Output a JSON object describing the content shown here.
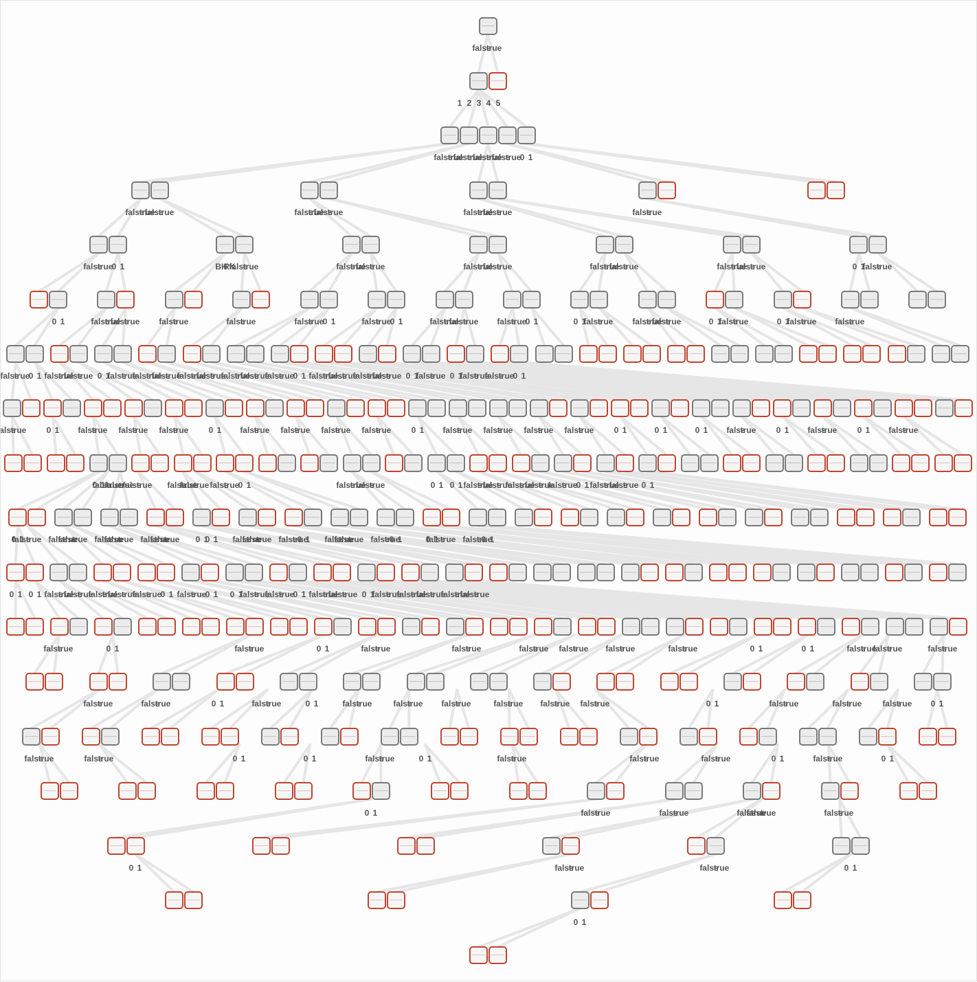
{
  "diagram": {
    "type": "decision-tree",
    "branch_labels": {
      "binary": [
        "false",
        "true"
      ],
      "numeric": [
        "0",
        "1"
      ],
      "ordinal": [
        "1",
        "2",
        "3",
        "4",
        "5"
      ],
      "categorical": [
        "BH",
        "RK"
      ]
    },
    "colors": {
      "background": "#fdfdfd",
      "edge": "#e6e6e6",
      "split_fill": "#ececec",
      "split_stroke": "#7a7a7a",
      "leaf_stroke": "#c0452f",
      "label_text": "#555555"
    }
  }
}
